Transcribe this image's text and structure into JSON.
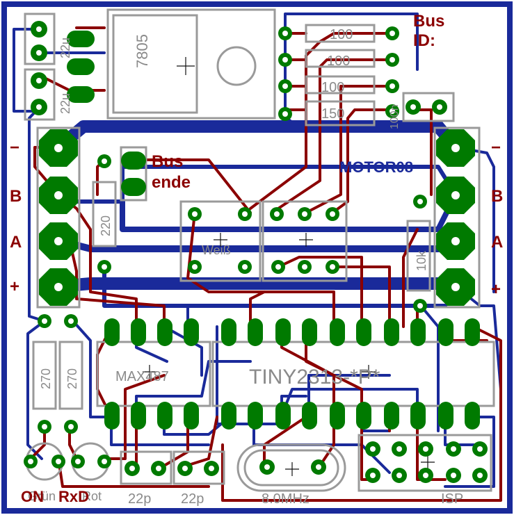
{
  "labels": {
    "bus_id": [
      "Bus",
      "ID:"
    ],
    "bus_ende": [
      "Bus",
      "ende"
    ],
    "board_name": "MOTOR08",
    "terminals_left": [
      "−",
      "B",
      "A",
      "+"
    ],
    "terminals_right": [
      "−",
      "B",
      "A",
      "+"
    ],
    "regulator": "7805",
    "cap_top": "22u",
    "cap_top2": "22u",
    "resistors_id": [
      "100",
      "100",
      "100",
      "150"
    ],
    "cap_100n": "100n",
    "res_220": "220",
    "res_10k": "10k",
    "relay": "Weiß",
    "ic_max": "MAX487",
    "ic_tiny": "TINY2313-*P*",
    "res_bottom": [
      "270",
      "270"
    ],
    "led_labels": [
      "Grün",
      "Rot"
    ],
    "led_signals": [
      "ON",
      "RxD"
    ],
    "caps_bottom": [
      "22p",
      "22p"
    ],
    "crystal": "8.0MHz",
    "isp": "ISP"
  },
  "colors": {
    "border": "#1a2a9a",
    "bottom_trace": "#1a2a9a",
    "top_trace": "#8b0000",
    "pad": "#007a00",
    "silkscreen": "#9a9a9a",
    "text_red": "#8b0000"
  }
}
